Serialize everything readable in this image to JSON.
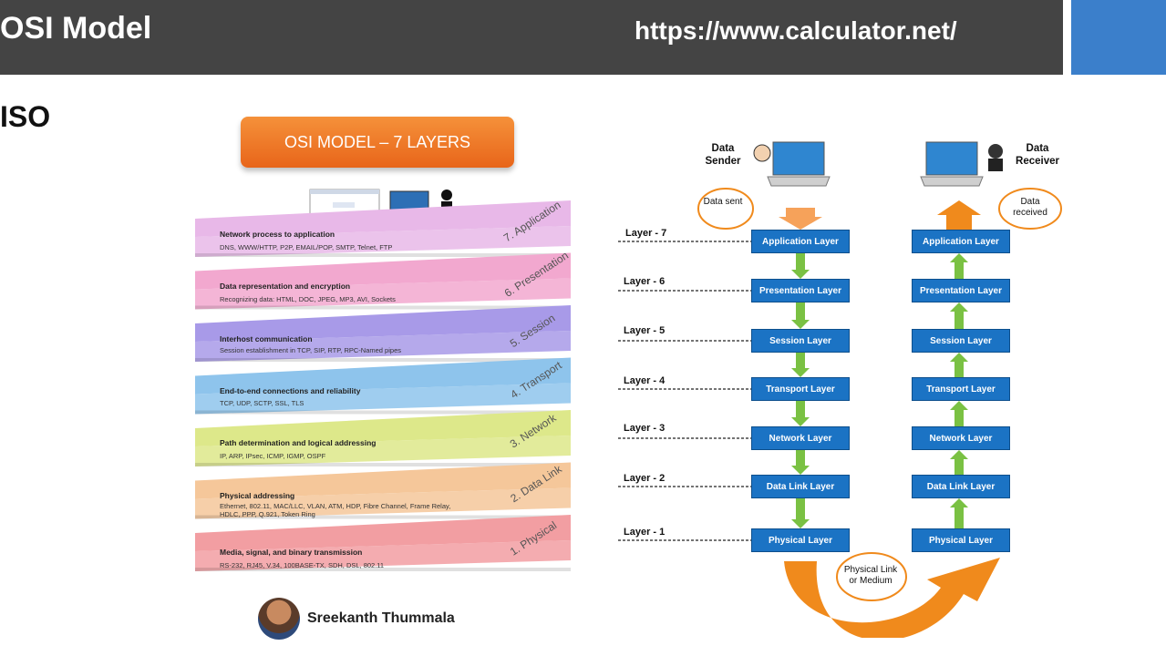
{
  "header": {
    "title": "OSI Model",
    "url": "https://www.calculator.net/"
  },
  "section_label": "ISO",
  "left_diagram": {
    "banner": "OSI MODEL – 7 LAYERS",
    "layers": [
      {
        "name": "7. Application",
        "title": "Network process to application",
        "protocols": "DNS, WWW/HTTP, P2P, EMAIL/POP, SMTP, Telnet, FTP",
        "color": "#e8b8e8"
      },
      {
        "name": "6. Presentation",
        "title": "Data representation and encryption",
        "protocols": "Recognizing data: HTML, DOC, JPEG, MP3, AVI, Sockets",
        "color": "#f2a8cf"
      },
      {
        "name": "5. Session",
        "title": "Interhost communication",
        "protocols": "Session establishment in TCP, SIP, RTP, RPC-Named pipes",
        "color": "#a89ae8"
      },
      {
        "name": "4. Transport",
        "title": "End-to-end connections and reliability",
        "protocols": "TCP, UDP, SCTP, SSL, TLS",
        "color": "#8ec4ec"
      },
      {
        "name": "3. Network",
        "title": "Path determination and logical addressing",
        "protocols": "IP, ARP, IPsec, ICMP, IGMP, OSPF",
        "color": "#dde88a"
      },
      {
        "name": "2. Data Link",
        "title": "Physical addressing",
        "protocols": "Ethernet, 802.11, MAC/LLC, VLAN, ATM, HDP, Fibre Channel, Frame Relay, HDLC, PPP, Q.921, Token Ring",
        "color": "#f5c79a"
      },
      {
        "name": "1. Physical",
        "title": "Media, signal, and binary transmission",
        "protocols": "RS-232, RJ45, V.34, 100BASE-TX, SDH, DSL, 802.11",
        "color": "#f29ea2"
      }
    ],
    "author": "Sreekanth Thummala"
  },
  "right_diagram": {
    "sender": "Data Sender",
    "receiver": "Data Receiver",
    "sent_callout": "Data sent",
    "received_callout": "Data received",
    "medium_callout": "Physical Link or Medium",
    "rows": [
      {
        "label": "Layer - 7",
        "layer": "Application Layer"
      },
      {
        "label": "Layer - 6",
        "layer": "Presentation Layer"
      },
      {
        "label": "Layer - 5",
        "layer": "Session Layer"
      },
      {
        "label": "Layer - 4",
        "layer": "Transport Layer"
      },
      {
        "label": "Layer - 3",
        "layer": "Network Layer"
      },
      {
        "label": "Layer - 2",
        "layer": "Data Link Layer"
      },
      {
        "label": "Layer - 1",
        "layer": "Physical Layer"
      }
    ],
    "box_color": "#1b73c4",
    "arrow_color": "#7ac143",
    "medium_arrow_color": "#f08a1c"
  }
}
